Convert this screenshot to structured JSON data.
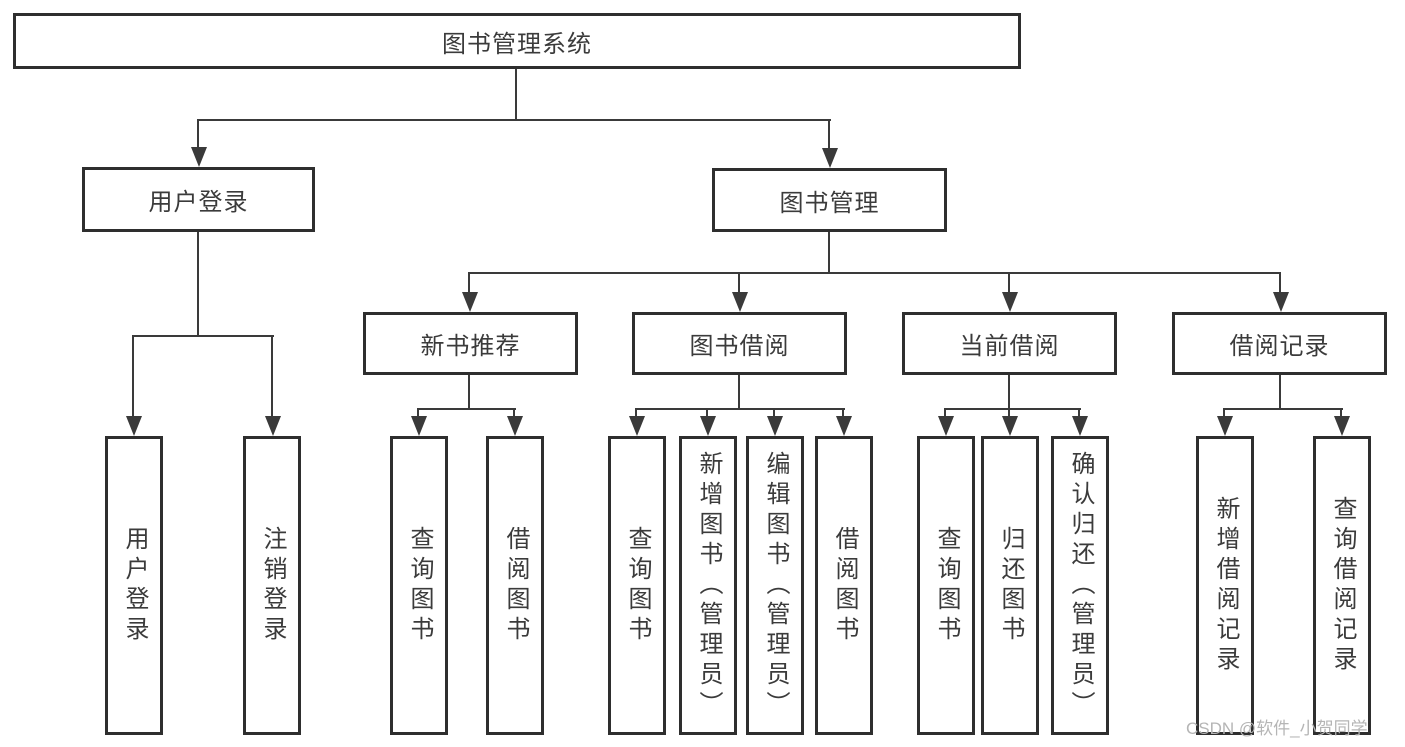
{
  "diagram": {
    "type": "hierarchy-tree",
    "root": {
      "label": "图书管理系统"
    },
    "level2": {
      "user_login": {
        "label": "用户登录"
      },
      "book_mgmt": {
        "label": "图书管理"
      }
    },
    "level3": {
      "new_books": {
        "label": "新书推荐"
      },
      "book_borrow": {
        "label": "图书借阅"
      },
      "current_borrow": {
        "label": "当前借阅"
      },
      "borrow_records": {
        "label": "借阅记录"
      }
    },
    "leaves": {
      "user_login": "用户登录",
      "logout": "注销登录",
      "nb_query": "查询图书",
      "nb_borrow": "借阅图书",
      "bb_query": "查询图书",
      "bb_add": "新增图书（管理员）",
      "bb_edit": "编辑图书（管理员）",
      "bb_borrow": "借阅图书",
      "cb_query": "查询图书",
      "cb_return": "归还图书",
      "cb_confirm": "确认归还（管理员）",
      "br_add": "新增借阅记录",
      "br_query": "查询借阅记录"
    }
  },
  "watermark": {
    "text": "CSDN @软件_小贺同学"
  },
  "colors": {
    "box_border": "#2e2e2e",
    "connector": "#3a3a3a",
    "text": "#3b3b3b",
    "watermark": "#b5b5b5",
    "background": "#ffffff"
  }
}
